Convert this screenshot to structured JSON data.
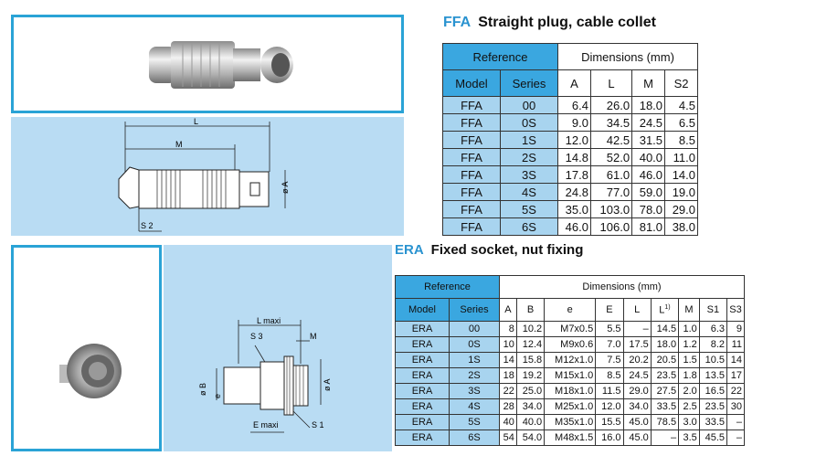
{
  "ffa": {
    "code": "FFA",
    "title": "Straight plug, cable collet",
    "reference_label": "Reference",
    "dimensions_label": "Dimensions (mm)",
    "columns": [
      "Model",
      "Series",
      "A",
      "L",
      "M",
      "S2"
    ],
    "rows": [
      [
        "FFA",
        "00",
        "6.4",
        "26.0",
        "18.0",
        "4.5"
      ],
      [
        "FFA",
        "0S",
        "9.0",
        "34.5",
        "24.5",
        "6.5"
      ],
      [
        "FFA",
        "1S",
        "12.0",
        "42.5",
        "31.5",
        "8.5"
      ],
      [
        "FFA",
        "2S",
        "14.8",
        "52.0",
        "40.0",
        "11.0"
      ],
      [
        "FFA",
        "3S",
        "17.8",
        "61.0",
        "46.0",
        "14.0"
      ],
      [
        "FFA",
        "4S",
        "24.8",
        "77.0",
        "59.0",
        "19.0"
      ],
      [
        "FFA",
        "5S",
        "35.0",
        "103.0",
        "78.0",
        "29.0"
      ],
      [
        "FFA",
        "6S",
        "46.0",
        "106.0",
        "81.0",
        "38.0"
      ]
    ],
    "drawing_labels": {
      "L": "L",
      "M": "M",
      "A": "ø A",
      "S2": "S 2"
    }
  },
  "era": {
    "code": "ERA",
    "title": "Fixed socket, nut fixing",
    "reference_label": "Reference",
    "dimensions_label": "Dimensions (mm)",
    "columns": [
      "Model",
      "Series",
      "A",
      "B",
      "e",
      "E",
      "L",
      "L",
      "M",
      "S1",
      "S3"
    ],
    "l_superscript": "1)",
    "rows": [
      [
        "ERA",
        "00",
        "8",
        "10.2",
        "M7x0.5",
        "5.5",
        "–",
        "14.5",
        "1.0",
        "6.3",
        "9"
      ],
      [
        "ERA",
        "0S",
        "10",
        "12.4",
        "M9x0.6",
        "7.0",
        "17.5",
        "18.0",
        "1.2",
        "8.2",
        "11"
      ],
      [
        "ERA",
        "1S",
        "14",
        "15.8",
        "M12x1.0",
        "7.5",
        "20.2",
        "20.5",
        "1.5",
        "10.5",
        "14"
      ],
      [
        "ERA",
        "2S",
        "18",
        "19.2",
        "M15x1.0",
        "8.5",
        "24.5",
        "23.5",
        "1.8",
        "13.5",
        "17"
      ],
      [
        "ERA",
        "3S",
        "22",
        "25.0",
        "M18x1.0",
        "11.5",
        "29.0",
        "27.5",
        "2.0",
        "16.5",
        "22"
      ],
      [
        "ERA",
        "4S",
        "28",
        "34.0",
        "M25x1.0",
        "12.0",
        "34.0",
        "33.5",
        "2.5",
        "23.5",
        "30"
      ],
      [
        "ERA",
        "5S",
        "40",
        "40.0",
        "M35x1.0",
        "15.5",
        "45.0",
        "78.5",
        "3.0",
        "33.5",
        "–"
      ],
      [
        "ERA",
        "6S",
        "54",
        "54.0",
        "M48x1.5",
        "16.0",
        "45.0",
        "–",
        "3.5",
        "45.5",
        "–"
      ]
    ],
    "drawing_labels": {
      "Lmaxi": "L maxi",
      "S3": "S 3",
      "M": "M",
      "B": "ø B",
      "A": "ø A",
      "e": "e",
      "Emaxi": "E maxi",
      "S1": "S 1"
    }
  },
  "colors": {
    "accent": "#2aa3d6",
    "header_blue": "#3aa7e0",
    "row_blue": "#a8d4ef",
    "drawing_bg": "#b9dcf3"
  }
}
